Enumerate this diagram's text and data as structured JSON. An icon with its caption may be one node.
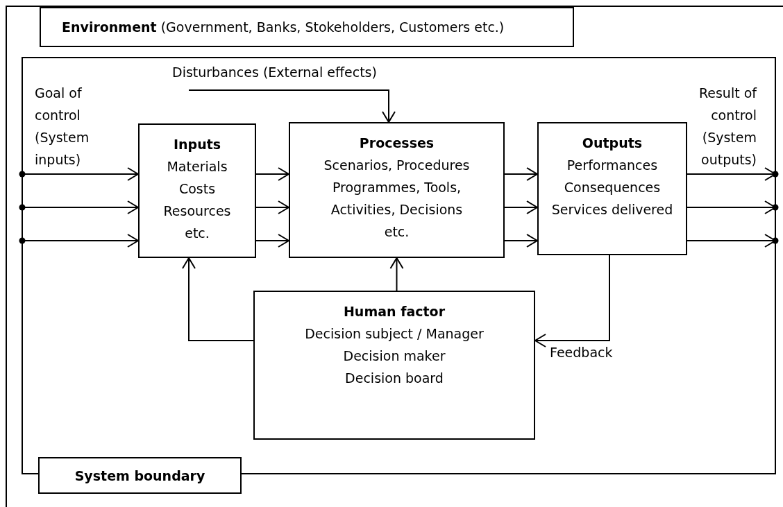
{
  "diagram": {
    "nodes": [
      {
        "text": [
          "**Environment** (Government, Banks, Stokeholders, Customers etc.)"
        ]
      },
      {
        "text": [
          "System boundary"
        ],
        "in": 0
      },
      {
        "text": [
          "Disturbances (External effects)"
        ],
        "in": 1
      },
      {
        "text": [
          "Inputs",
          "Materials",
          "Costs",
          "Resources",
          "etc."
        ],
        "in": 1
      },
      {
        "text": [
          "Processes",
          "Scenarios, Procedures",
          "Programmes, Tools,",
          "Activities, Decisions",
          "etc."
        ],
        "in": 1
      },
      {
        "text": [
          "Outputs",
          "Performances",
          "Consequences",
          "Services delivered"
        ],
        "in": 1
      },
      {
        "text": [
          "Human factor",
          "Decision subject / Manager",
          "Decision maker",
          "Decision board"
        ],
        "in": 1
      }
    ],
    "edges": [
      {
        "from": 1,
        "to": 3,
        "arrow": "to"
      },
      {
        "from": 1,
        "to": 3,
        "arrow": "to"
      },
      {
        "from": 1,
        "to": 3,
        "arrow": "to"
      },
      {
        "from": 3,
        "to": 4,
        "arrow": "to"
      },
      {
        "from": 3,
        "to": 4,
        "arrow": "to"
      },
      {
        "from": 3,
        "to": 4,
        "arrow": "to"
      },
      {
        "from": 4,
        "to": 5,
        "arrow": "to"
      },
      {
        "from": 4,
        "to": 5,
        "arrow": "to"
      },
      {
        "from": 4,
        "to": 5,
        "arrow": "to"
      },
      {
        "from": 5,
        "to": 1,
        "arrow": "to"
      },
      {
        "from": 5,
        "to": 1,
        "arrow": "to"
      },
      {
        "from": 5,
        "to": 1,
        "arrow": "to"
      },
      {
        "from": 2,
        "to": 4,
        "arrow": "to"
      },
      {
        "from": 6,
        "to": 3,
        "arrow": "to"
      },
      {
        "from": 6,
        "to": 4,
        "arrow": "to"
      },
      {
        "from": 5,
        "to": 6,
        "arrow": "to",
        "label": "Feedback"
      }
    ],
    "labels": [
      "Goal of control (System inputs)",
      "Result of control (System outputs)"
    ]
  }
}
